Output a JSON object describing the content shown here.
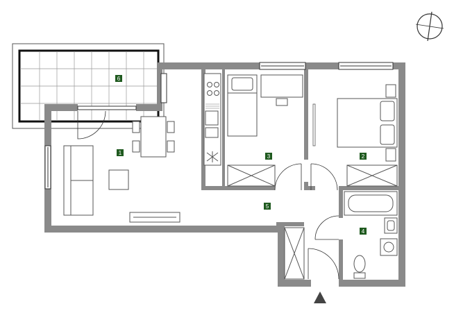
{
  "floor_plan": {
    "rooms": [
      {
        "id": "room-1",
        "number": "1"
      },
      {
        "id": "room-2",
        "number": "2"
      },
      {
        "id": "room-3",
        "number": "3"
      },
      {
        "id": "room-4",
        "number": "4"
      },
      {
        "id": "room-5",
        "number": "5"
      },
      {
        "id": "room-6",
        "number": "6"
      }
    ],
    "colors": {
      "wall": "#8a8a8a",
      "furniture_stroke": "#555555",
      "furniture_fill": "#e6e6e6",
      "label_badge": "#1f5a1f",
      "label_text": "#ffffff"
    },
    "icons": {
      "compass": "compass-icon",
      "entrance": "entrance-arrow-icon"
    }
  }
}
